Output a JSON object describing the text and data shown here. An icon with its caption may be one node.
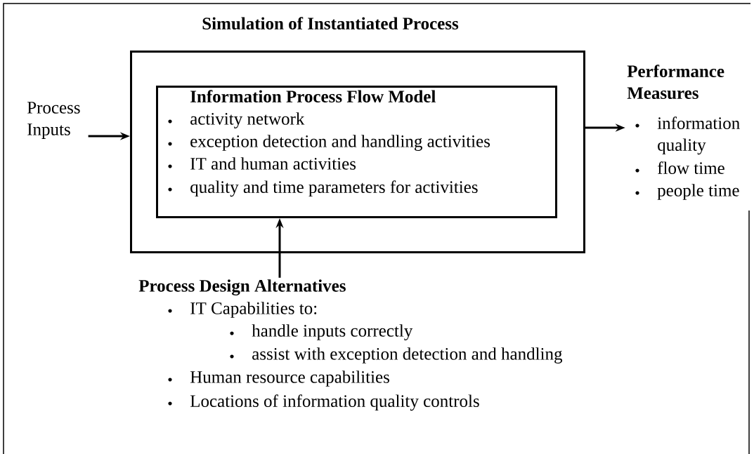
{
  "diagram": {
    "nodes": [
      {
        "text": [
          "Simulation of Instantiated Process"
        ]
      },
      {
        "text": [
          "Information Process Flow Model",
          "activity network",
          "exception detection and handling activities",
          "IT and human activities",
          "quality and time parameters for activities"
        ],
        "in": 0
      },
      {
        "text": [
          "Process Inputs"
        ]
      },
      {
        "text": [
          "Performance Measures",
          "information quality",
          "flow time",
          "people time"
        ]
      },
      {
        "text": [
          "Process Design Alternatives",
          "IT Capabilities to:",
          "handle inputs correctly",
          "assist with exception detection and handling",
          "Human resource capabilities",
          "Locations of information quality controls"
        ]
      }
    ],
    "edges": [
      {
        "from": 2,
        "to": 0,
        "arrow": "to"
      },
      {
        "from": 0,
        "to": 3,
        "arrow": "to"
      },
      {
        "from": 4,
        "to": 1,
        "arrow": "to"
      }
    ]
  }
}
